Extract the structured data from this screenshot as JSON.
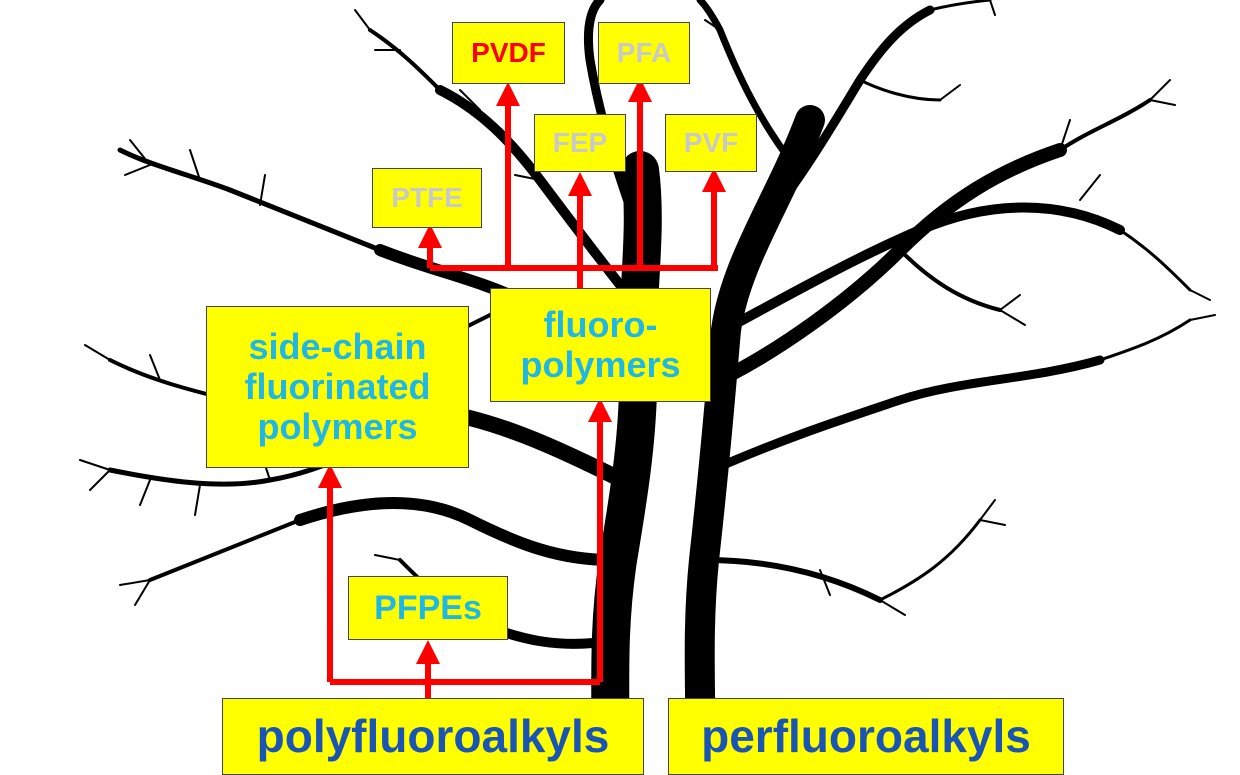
{
  "colors": {
    "background": "#ffffff",
    "tree": "#000000",
    "box_fill": "#ffff00",
    "arrow": "#ff0000",
    "label_cyan": "#1fb8e6",
    "label_blue": "#1a55b4",
    "label_gray": "#c9c9c9",
    "label_red": "#ff0000"
  },
  "nodes": {
    "pvdf": "PVDF",
    "pfa": "PFA",
    "fep": "FEP",
    "pvf": "PVF",
    "ptfe": "PTFE",
    "side_chain": "side-chain\nfluorinated\npolymers",
    "fluoropolymers": "fluoro-\npolymers",
    "pfpes": "PFPEs",
    "polyfluoroalkyls": "polyfluoroalkyls",
    "perfluoroalkyls": "perfluoroalkyls"
  },
  "icons": {
    "background_image": "bare-tree-silhouette-icon"
  }
}
